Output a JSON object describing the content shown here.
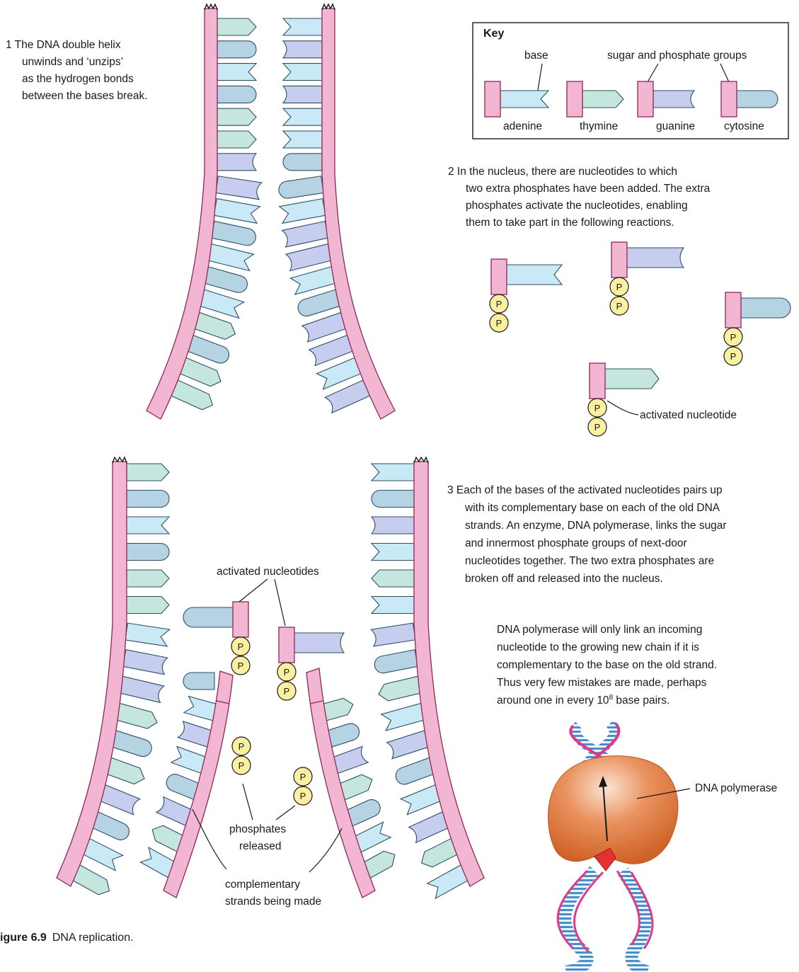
{
  "colors": {
    "backbone": "#f2b6d2",
    "backbone_edge": "#8a2a55",
    "adenine": "#c9e9f6",
    "thymine": "#c5e6dc",
    "guanine": "#c7cdee",
    "cytosine": "#b5d3e3",
    "phosphate": "#fbf0a0",
    "polymerase": "#e07838"
  },
  "step1": {
    "lines": [
      "1  The DNA double helix",
      "unwinds and ‘unzips’",
      "as the hydrogen bonds",
      "between the bases break."
    ]
  },
  "key": {
    "title": "Key",
    "base_label": "base",
    "sugar_phosphate_label": "sugar and phosphate groups",
    "adenine": "adenine",
    "thymine": "thymine",
    "guanine": "guanine",
    "cytosine": "cytosine"
  },
  "step2": {
    "lines": [
      "2  In the nucleus, there are nucleotides to which",
      "two extra phosphates have been added. The extra",
      "phosphates activate the nucleotides, enabling",
      "them to take part in the following reactions."
    ],
    "activated_label": "activated nucleotide"
  },
  "step3": {
    "lines": [
      "3  Each of the bases of the activated nucleotides pairs up",
      "with its complementary base on each of the old DNA",
      "strands. An enzyme, DNA polymerase, links the sugar",
      "and innermost phosphate groups of next-door",
      "nucleotides together. The two extra phosphates are",
      "broken off and released into the nucleus."
    ]
  },
  "fidelity": {
    "lines": [
      "DNA polymerase will only link an incoming",
      "nucleotide to the growing new chain if it is",
      "complementary to the base on the old strand.",
      "Thus very few mistakes are made, perhaps"
    ],
    "last_line_prefix": "around one in every 10",
    "last_line_exponent": "8",
    "last_line_suffix": " base pairs."
  },
  "labels": {
    "activated_nucleotides": "activated nucleotides",
    "phosphates_released_1": "phosphates",
    "phosphates_released_2": "released",
    "complementary_1": "complementary",
    "complementary_2": "strands being made",
    "dna_polymerase": "DNA polymerase",
    "phosphate_symbol": "P"
  },
  "caption": {
    "number": "igure 6.9",
    "text": "DNA replication."
  }
}
